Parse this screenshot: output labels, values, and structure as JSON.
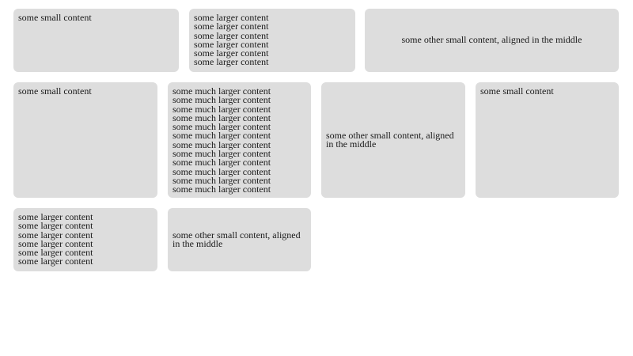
{
  "rows": [
    {
      "cells": [
        {
          "lines": [
            "some small content"
          ]
        },
        {
          "lines": [
            "some larger content",
            "some larger content",
            "some larger content",
            "some larger content",
            "some larger content",
            "some larger content"
          ]
        },
        {
          "lines": [
            "some other small content, aligned in the middle"
          ]
        }
      ]
    },
    {
      "cells": [
        {
          "lines": [
            "some small content"
          ]
        },
        {
          "lines": [
            "some much larger content",
            "some much larger content",
            "some much larger content",
            "some much larger content",
            "some much larger content",
            "some much larger content",
            "some much larger content",
            "some much larger content",
            "some much larger content",
            "some much larger content",
            "some much larger content",
            "some much larger content"
          ]
        },
        {
          "lines": [
            "some other small content, aligned in the middle"
          ]
        },
        {
          "lines": [
            "some small content"
          ]
        }
      ]
    },
    {
      "cells": [
        {
          "lines": [
            "some larger content",
            "some larger content",
            "some larger content",
            "some larger content",
            "some larger content",
            "some larger content"
          ]
        },
        {
          "lines": [
            "some other small content, aligned in the middle"
          ]
        }
      ]
    }
  ],
  "colors": {
    "box_background": "#dddddd",
    "text": "#1a1a1a"
  }
}
